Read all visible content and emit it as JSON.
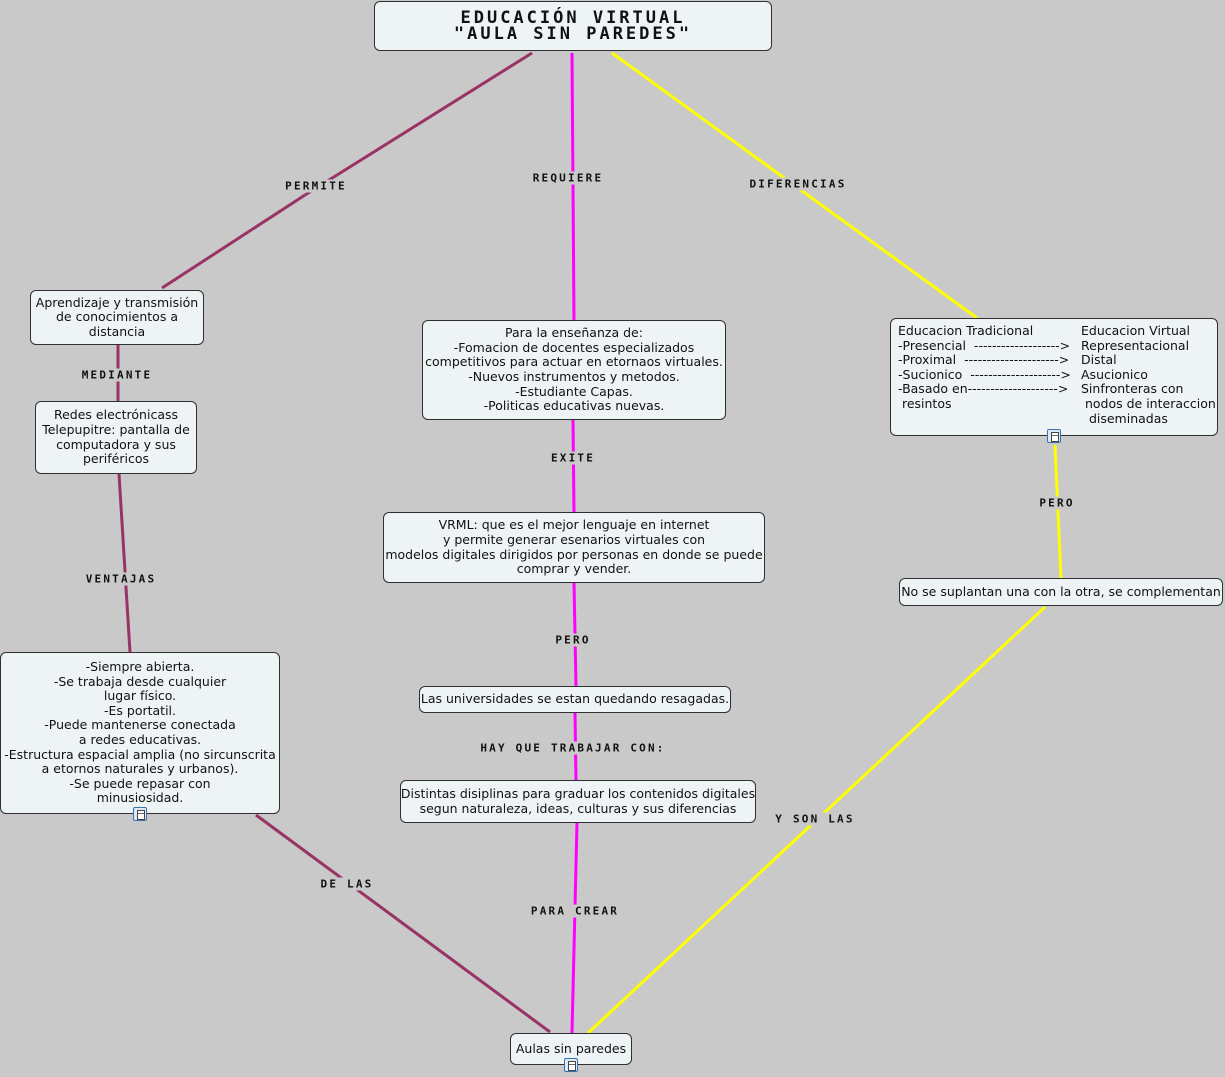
{
  "title": {
    "line1": "EDUCACIÓN VIRTUAL",
    "line2": "\"AULA SIN PAREDES\""
  },
  "colors": {
    "left_branch": "#993366",
    "center_branch": "#ff00ff",
    "right_branch": "#ffff00",
    "background": "#c9c9c9",
    "node_fill": "#eef4f6"
  },
  "links": {
    "permite": "PERMITE",
    "requiere": "REQUIERE",
    "diferencias": "DIFERENCIAS",
    "mediante": "MEDIANTE",
    "ventajas": "VENTAJAS",
    "de_las": "DE LAS",
    "exite": "EXITE",
    "pero_center": "PERO",
    "hay_que": "HAY QUE TRABAJAR CON:",
    "para_crear": "PARA CREAR",
    "pero_right": "PERO",
    "y_son_las": "Y SON LAS"
  },
  "nodes": {
    "aprendizaje": [
      "Aprendizaje y transmisión",
      "de conocimientos a",
      "distancia"
    ],
    "redes": [
      "Redes electrónicass",
      "Telepupitre: pantalla de",
      "computadora y sus",
      "periféricos"
    ],
    "ventajas_list": [
      "-Siempre abierta.",
      "-Se trabaja desde cualquier",
      "lugar físico.",
      "-Es portatil.",
      "-Puede mantenerse conectada",
      "a redes educativas.",
      "-Estructura espacial amplia (no sircunscrita",
      "a etornos naturales y urbanos).",
      "-Se puede repasar con",
      "minusiosidad."
    ],
    "ensenanza": [
      "Para la enseñanza de:",
      "-Fomacion de docentes especializados",
      "competitivos para actuar en etornaos virtuales.",
      "-Nuevos instrumentos y metodos.",
      "-Estudiante Capas.",
      "-Politicas educativas nuevas."
    ],
    "vrml": [
      "VRML: que es el mejor lenguaje en internet",
      "y permite generar esenarios virtuales con",
      "modelos digitales dirigidos por personas en donde se puede",
      "comprar y vender."
    ],
    "universidades": [
      "Las universidades se estan quedando resagadas."
    ],
    "disciplinas": [
      "Distintas disiplinas para graduar los contenidos digitales",
      "segun naturaleza, ideas, culturas y sus diferencias"
    ],
    "aulas": [
      "Aulas sin paredes"
    ],
    "comparacion_left": [
      "Educacion Tradicional",
      "-Presencial  ------------------->",
      "-Proximal  --------------------->",
      "-Sucionico  -------------------->",
      "-Basado en-------------------->",
      " resintos"
    ],
    "comparacion_right": [
      "Educacion Virtual",
      "Representacional",
      "Distal",
      "Asucionico",
      "Sinfronteras con",
      " nodos de interaccion",
      "  diseminadas"
    ],
    "complementan": [
      "No se suplantan una con la otra, se complementan"
    ]
  },
  "icons": [
    "document-icon",
    "document-icon",
    "document-icon"
  ]
}
